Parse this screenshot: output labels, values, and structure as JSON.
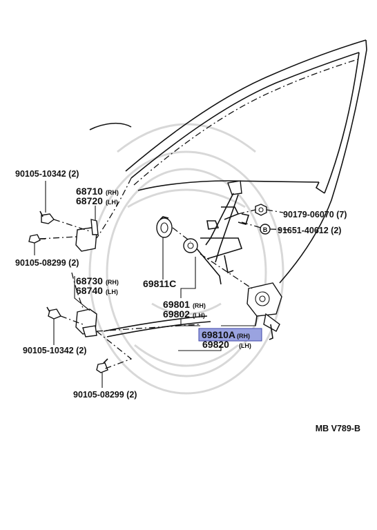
{
  "labels": {
    "l1": "90105-10342",
    "l1q": "(2)",
    "l2": "68710",
    "l2s": "(RH)",
    "l3": "68720",
    "l3s": "(LH)",
    "l4": "90105-08299",
    "l4q": "(2)",
    "l5": "68730",
    "l5s": "(RH)",
    "l6": "68740",
    "l6s": "(LH)",
    "l7": "69811C",
    "l8": "69801",
    "l8s": "(RH)",
    "l9": "69802",
    "l9s": "(LH)",
    "l10": "90179-06070",
    "l10q": "(7)",
    "l11": "91651-40612",
    "l11q": "(2)",
    "l12": "69810A",
    "l12s": "(RH)",
    "l13": "69820",
    "l13s": "(LH)",
    "l14": "90105-10342",
    "l14q": "(2)",
    "l15": "90105-08299",
    "l15q": "(2)",
    "code": "MB V789-B",
    "b_mark": "B"
  },
  "colors": {
    "highlight": "#9aa3e0"
  }
}
